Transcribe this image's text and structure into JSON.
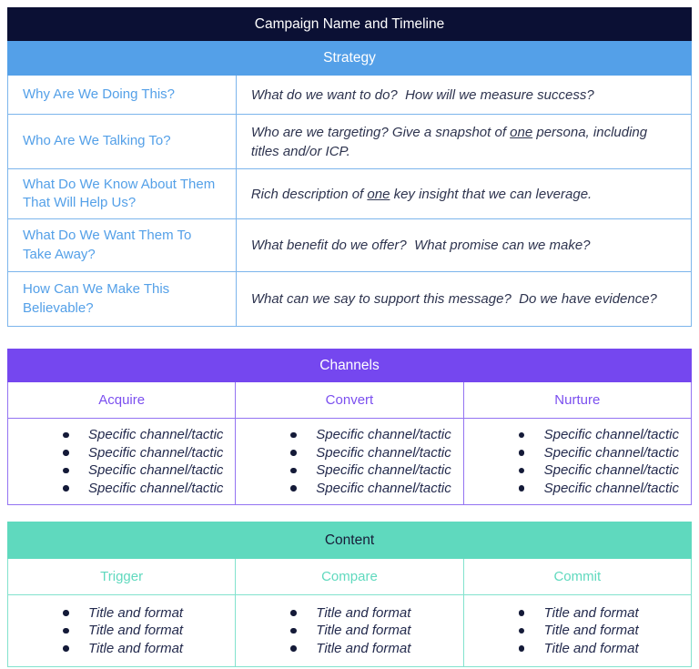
{
  "colors": {
    "navy": "#0B1034",
    "blue": "#54A0E8",
    "purple": "#7547EF",
    "teal": "#5FD9BE",
    "question_text": "#54A0E8",
    "body_text": "#232A4D",
    "strategy_border": "#7CB5EC",
    "channels_border": "#9373F2",
    "content_border": "#82E2CD"
  },
  "strategy": {
    "campaign_header": "Campaign Name and Timeline",
    "section_header": "Strategy",
    "rows": [
      {
        "question": "Why Are We Doing This?",
        "answer": {
          "pre": "What do we want to do?  How will we measure success?",
          "u": "",
          "post": ""
        }
      },
      {
        "question": "Who Are We Talking To?",
        "answer": {
          "pre": "Who are we targeting? Give a snapshot of ",
          "u": "one",
          "post": " persona, including titles and/or ICP."
        }
      },
      {
        "question": "What Do We Know About Them That Will Help Us?",
        "answer": {
          "pre": "Rich description of ",
          "u": "one",
          "post": " key insight that we can leverage."
        }
      },
      {
        "question": "What Do We Want Them To Take Away?",
        "answer": {
          "pre": "What benefit do we offer?  What promise can we make?",
          "u": "",
          "post": ""
        }
      },
      {
        "question": "How Can We Make This Believable?",
        "answer": {
          "pre": "What can we say to support this message?  Do we have evidence?",
          "u": "",
          "post": ""
        }
      }
    ]
  },
  "channels": {
    "section_header": "Channels",
    "columns": [
      {
        "label": "Acquire",
        "items": [
          "Specific channel/tactic",
          "Specific channel/tactic",
          "Specific channel/tactic",
          "Specific channel/tactic"
        ]
      },
      {
        "label": "Convert",
        "items": [
          "Specific channel/tactic",
          "Specific channel/tactic",
          "Specific channel/tactic",
          "Specific channel/tactic"
        ]
      },
      {
        "label": "Nurture",
        "items": [
          "Specific channel/tactic",
          "Specific channel/tactic",
          "Specific channel/tactic",
          "Specific channel/tactic"
        ]
      }
    ]
  },
  "content": {
    "section_header": "Content",
    "columns": [
      {
        "label": "Trigger",
        "items": [
          "Title and format",
          "Title and format",
          "Title and format"
        ]
      },
      {
        "label": "Compare",
        "items": [
          "Title and format",
          "Title and format",
          "Title and format"
        ]
      },
      {
        "label": "Commit",
        "items": [
          "Title and format",
          "Title and format",
          "Title and format"
        ]
      }
    ]
  }
}
